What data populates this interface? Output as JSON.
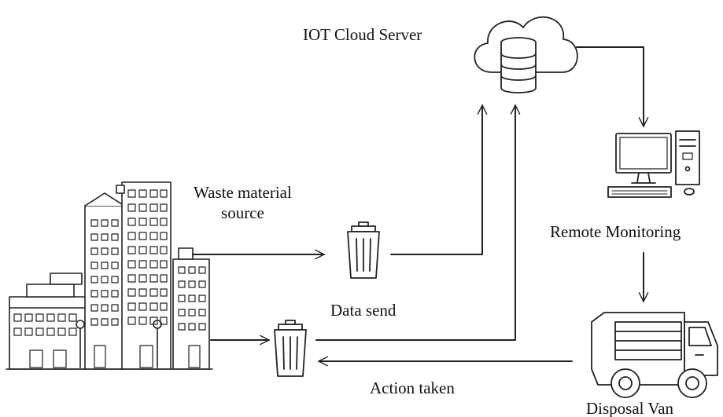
{
  "labels": {
    "cloud_server": "IOT Cloud Server",
    "waste_source_line1": "Waste material",
    "waste_source_line2": "source",
    "data_send": "Data send",
    "remote_monitoring": "Remote Monitoring",
    "action_taken": "Action taken",
    "disposal_van": "Disposal Van"
  },
  "icons": {
    "buildings": "city-buildings-icon",
    "bin_top": "trash-bin-icon",
    "bin_bottom": "trash-bin-icon",
    "cloud": "cloud-database-icon",
    "computer": "desktop-computer-icon",
    "truck": "garbage-truck-icon"
  },
  "colors": {
    "stroke": "#222222",
    "background": "#ffffff"
  }
}
